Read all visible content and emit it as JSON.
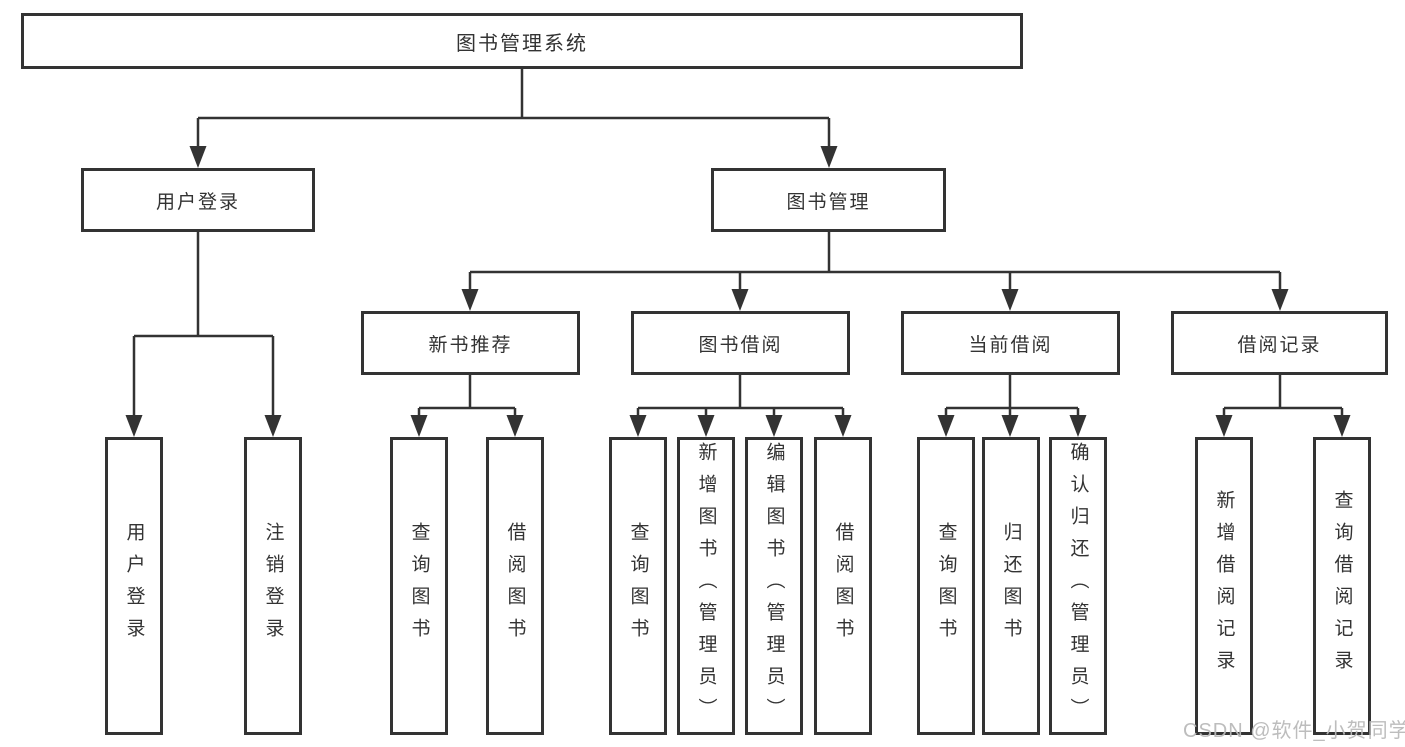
{
  "tree": {
    "root": {
      "label": "图书管理系统"
    },
    "branches": [
      {
        "label": "用户登录",
        "children": [
          {
            "label": "用户登录"
          },
          {
            "label": "注销登录"
          }
        ]
      },
      {
        "label": "图书管理",
        "groups": [
          {
            "label": "新书推荐",
            "children": [
              {
                "label": "查询图书"
              },
              {
                "label": "借阅图书"
              }
            ]
          },
          {
            "label": "图书借阅",
            "children": [
              {
                "label": "查询图书"
              },
              {
                "label": "新增图书（管理员）"
              },
              {
                "label": "编辑图书（管理员）"
              },
              {
                "label": "借阅图书"
              }
            ]
          },
          {
            "label": "当前借阅",
            "children": [
              {
                "label": "查询图书"
              },
              {
                "label": "归还图书"
              },
              {
                "label": "确认归还（管理员）"
              }
            ]
          },
          {
            "label": "借阅记录",
            "children": [
              {
                "label": "新增借阅记录"
              },
              {
                "label": "查询借阅记录"
              }
            ]
          }
        ]
      }
    ]
  },
  "watermark": {
    "text": "CSDN @软件_小贺同学"
  },
  "colors": {
    "line": "#333333",
    "text": "#333333",
    "background": "#ffffff",
    "watermark": "#b9b9b9"
  }
}
